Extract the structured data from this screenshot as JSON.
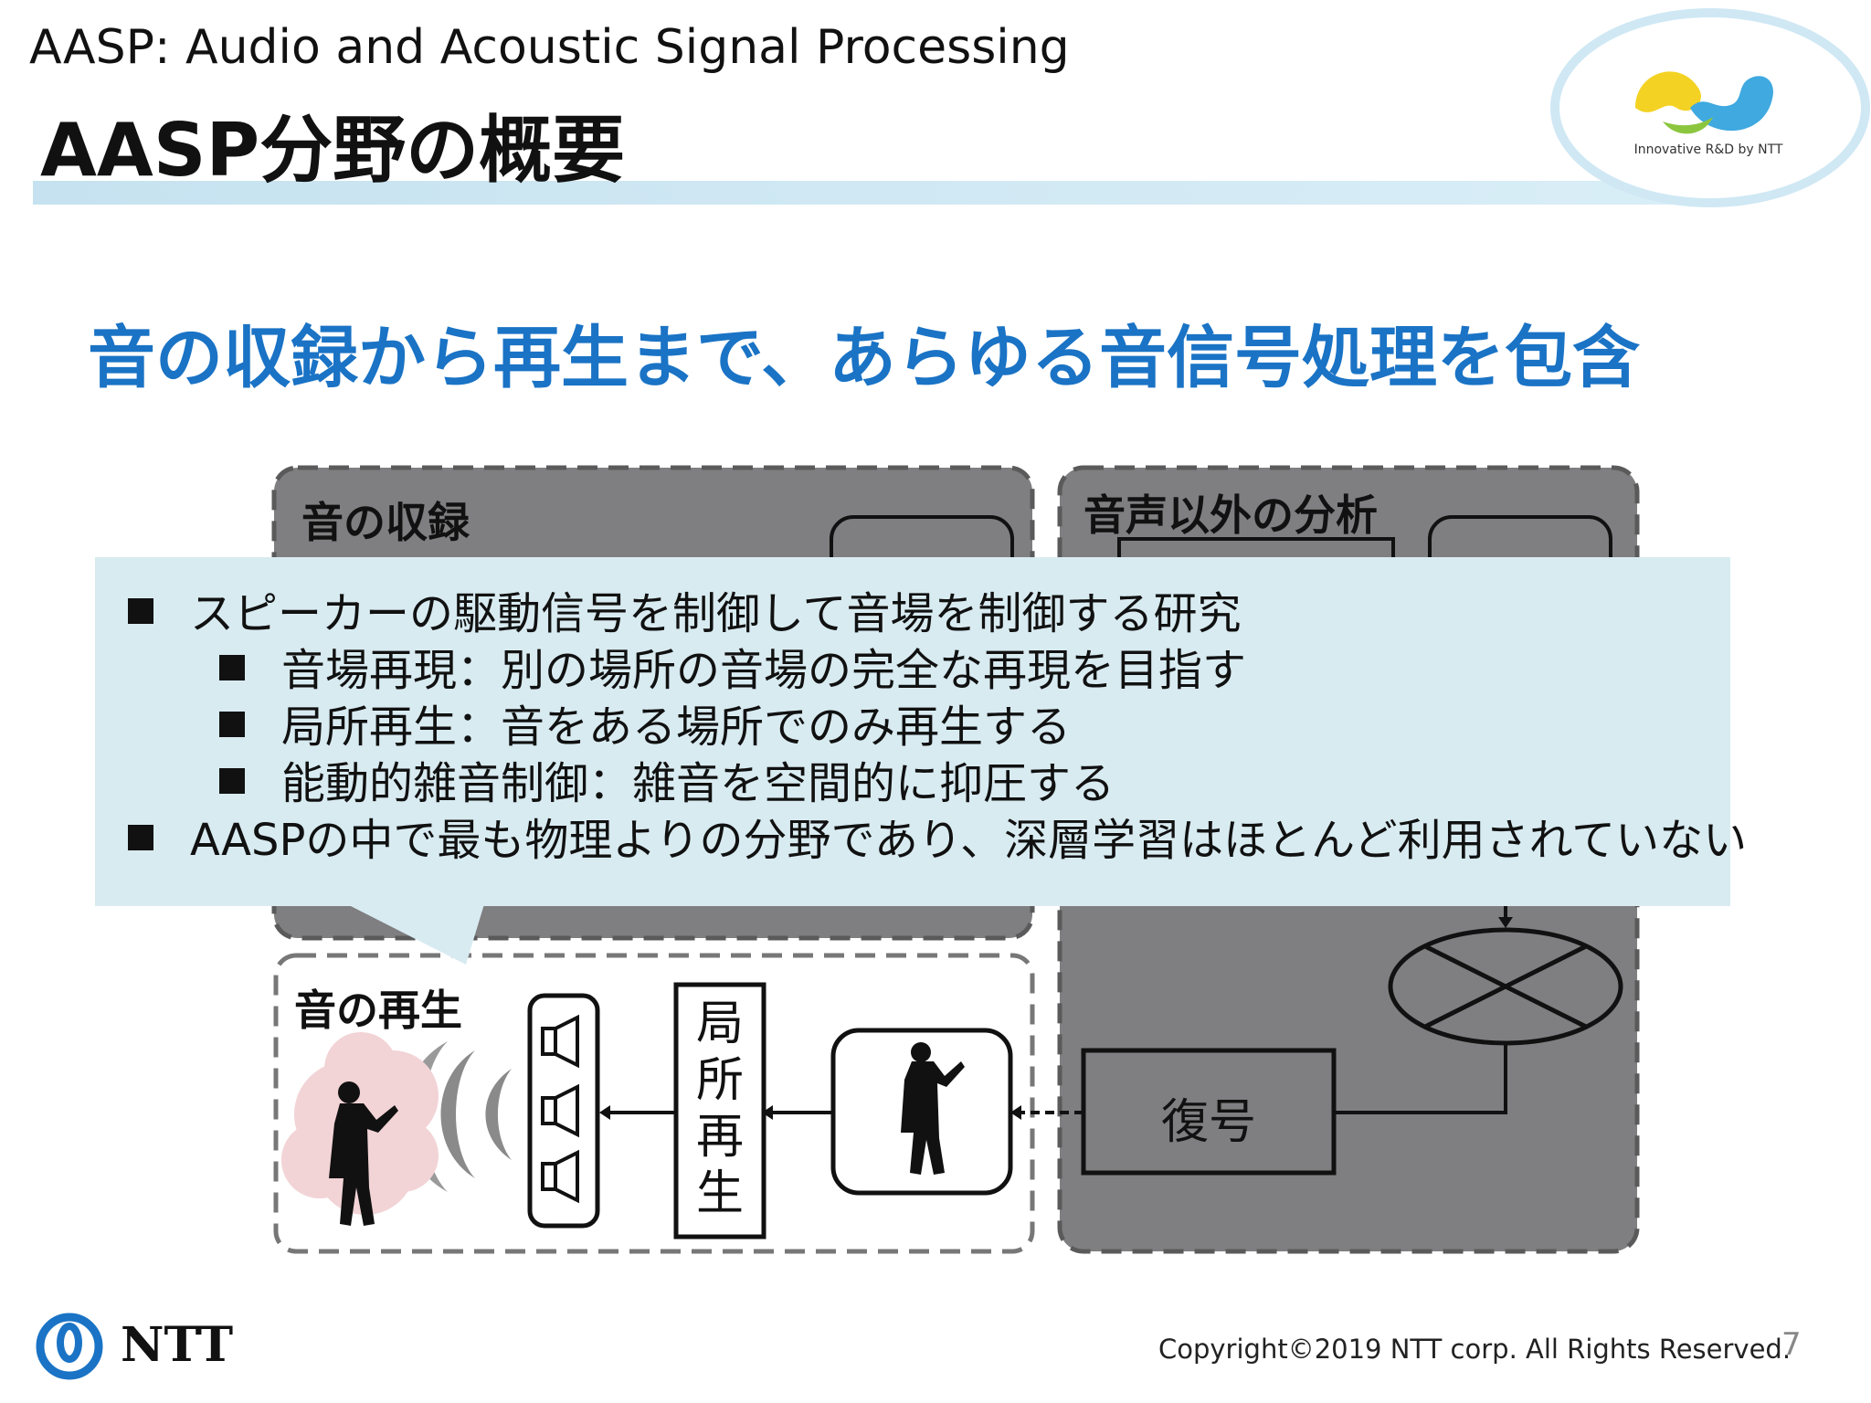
{
  "header": {
    "subtitle": "AASP: Audio and Acoustic Signal Processing",
    "title": "AASP分野の概要",
    "logo_caption": "Innovative R&D by NTT"
  },
  "headline": "音の収録から再生まで、あらゆる音信号処理を包含",
  "diagram": {
    "panel_recording": "音の収録",
    "panel_analysis": "音声以外の分析",
    "panel_playback": "音の再生",
    "local_playback_chars": [
      "局",
      "所",
      "再",
      "生"
    ],
    "decode_label": "復号"
  },
  "callout": {
    "bullets": [
      {
        "level": 1,
        "text": "スピーカーの駆動信号を制御して音場を制御する研究"
      },
      {
        "level": 2,
        "text": "音場再現：別の場所の音場の完全な再現を目指す"
      },
      {
        "level": 2,
        "text": "局所再生：音をある場所でのみ再生する"
      },
      {
        "level": 2,
        "text": "能動的雑音制御：雑音を空間的に抑圧する"
      },
      {
        "level": 1,
        "text": "AASPの中で最も物理よりの分野であり、深層学習はほとんど利用されていない"
      }
    ]
  },
  "footer": {
    "brand": "NTT",
    "copyright": "Copyright©2019  NTT corp. All Rights Reserved.",
    "page_number": "7"
  },
  "colors": {
    "headline": "#1a73c5",
    "panel_gray": "#7f7e80",
    "callout_bg": "#d8ebf1",
    "header_band": "#c7e3f1"
  }
}
